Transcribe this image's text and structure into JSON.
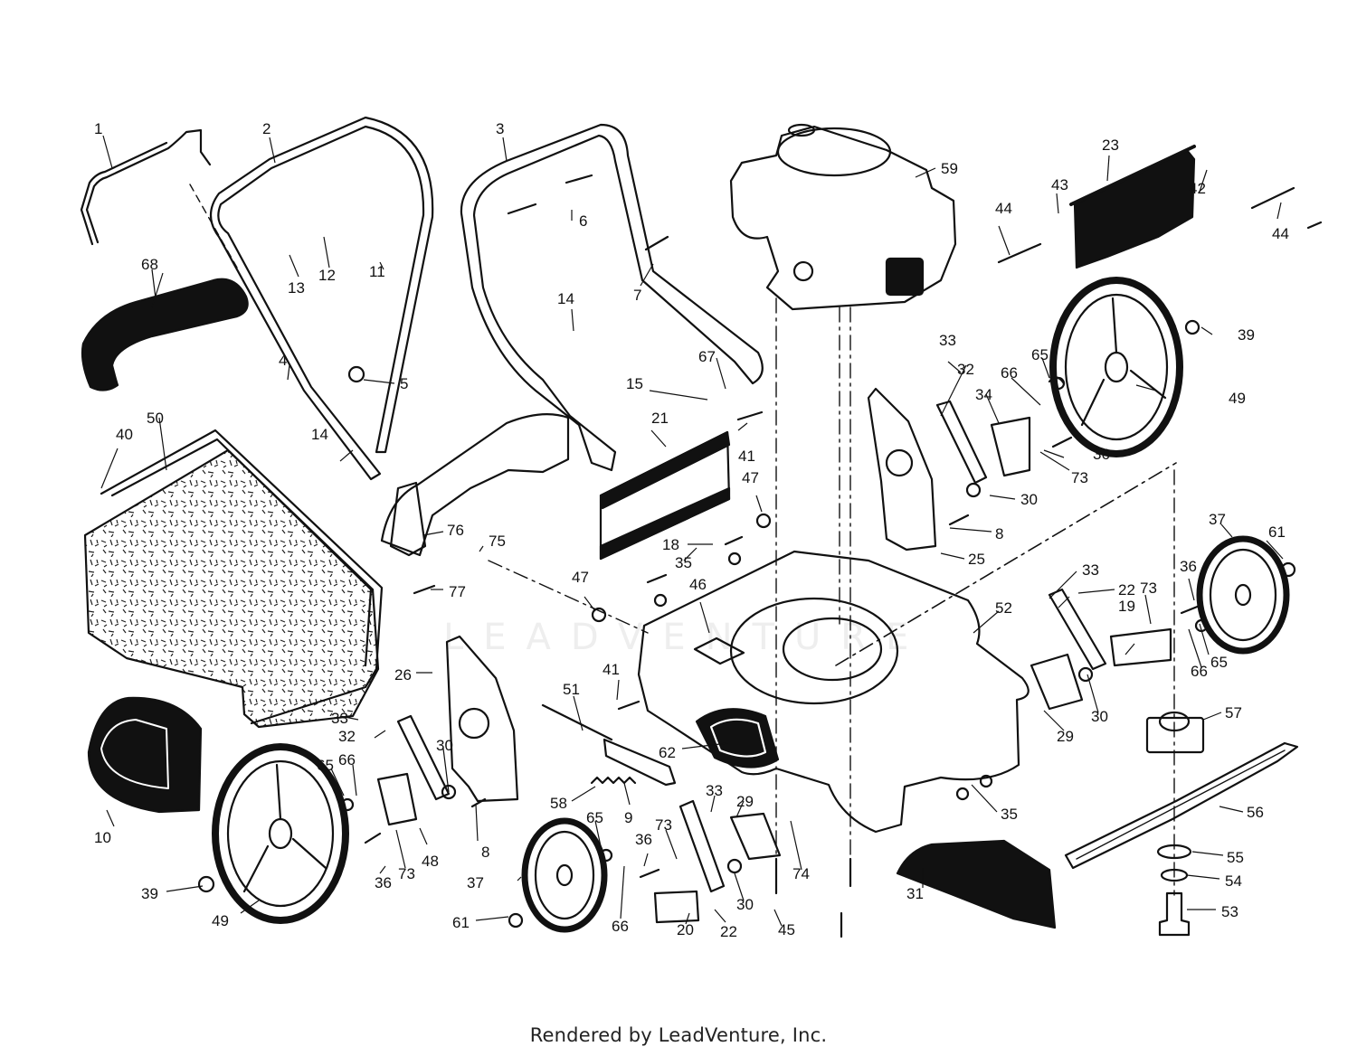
{
  "footer": {
    "credit": "Rendered by LeadVenture, Inc."
  },
  "watermark": {
    "text": "LEADVENTURE"
  },
  "colors": {
    "ink": "#111111",
    "paper": "#ffffff",
    "watermark": "#eeeeee"
  },
  "callouts": {
    "c1": "1",
    "c2": "2",
    "c3": "3",
    "c4": "4",
    "c5": "5",
    "c6": "6",
    "c7": "7",
    "c8a": "8",
    "c8b": "8",
    "c9": "9",
    "c10": "10",
    "c11": "11",
    "c12": "12",
    "c13": "13",
    "c14a": "14",
    "c14b": "14",
    "c15": "15",
    "c18": "18",
    "c19": "19",
    "c20": "20",
    "c21": "21",
    "c22a": "22",
    "c22b": "22",
    "c23": "23",
    "c25": "25",
    "c26": "26",
    "c29a": "29",
    "c29b": "29",
    "c30a": "30",
    "c30b": "30",
    "c30c": "30",
    "c30d": "30",
    "c31": "31",
    "c32a": "32",
    "c32b": "32",
    "c33a": "33",
    "c33b": "33",
    "c33c": "33",
    "c33d": "33",
    "c34": "34",
    "c35a": "35",
    "c35b": "35",
    "c36a": "36",
    "c36b": "36",
    "c36c": "36",
    "c36d": "36",
    "c37a": "37",
    "c37b": "37",
    "c39a": "39",
    "c39b": "39",
    "c40": "40",
    "c41a": "41",
    "c41b": "41",
    "c42": "42",
    "c43": "43",
    "c44a": "44",
    "c44b": "44",
    "c45": "45",
    "c46": "46",
    "c47a": "47",
    "c47b": "47",
    "c48": "48",
    "c49a": "49",
    "c49b": "49",
    "c50": "50",
    "c51": "51",
    "c52": "52",
    "c53": "53",
    "c54": "54",
    "c55": "55",
    "c56": "56",
    "c57": "57",
    "c58": "58",
    "c59": "59",
    "c61a": "61",
    "c61b": "61",
    "c62": "62",
    "c65a": "65",
    "c65b": "65",
    "c65c": "65",
    "c65d": "65",
    "c66a": "66",
    "c66b": "66",
    "c66c": "66",
    "c66d": "66",
    "c67": "67",
    "c68": "68",
    "c73a": "73",
    "c73b": "73",
    "c73c": "73",
    "c73d": "73",
    "c74": "74",
    "c75": "75",
    "c76": "76",
    "c77": "77"
  }
}
